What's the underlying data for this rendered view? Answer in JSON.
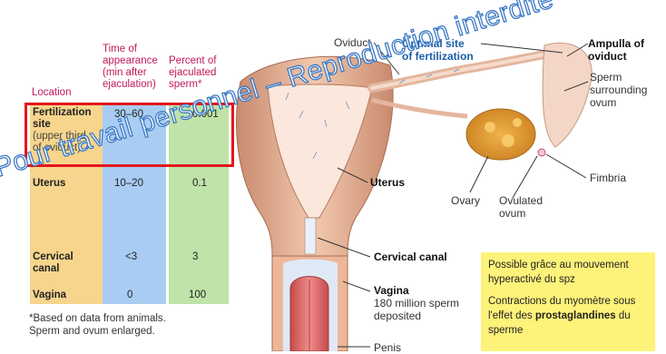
{
  "table": {
    "headers": {
      "location": "Location",
      "time": [
        "Time of",
        "appearance",
        "(min after",
        "ejaculation)"
      ],
      "percent": [
        "Percent of",
        "ejaculated",
        "sperm*"
      ]
    },
    "rows": [
      {
        "location_bold": "Fertilization",
        "location_bold2": "site",
        "location_sub": [
          "(upper third",
          "of oviduct)"
        ],
        "time": "30–60",
        "percent": "0.001"
      },
      {
        "location_bold": "Uterus",
        "time": "10–20",
        "percent": "0.1"
      },
      {
        "location_bold": "Cervical",
        "location_bold2": "canal",
        "time": "<3",
        "percent": "3"
      },
      {
        "location_bold": "Vagina",
        "time": "0",
        "percent": "100"
      }
    ],
    "footnote": [
      "*Based on data from animals.",
      "Sperm and ovum enlarged."
    ]
  },
  "labels": {
    "oviduct": "Oviduct",
    "optimal": [
      "Optimal site",
      "of fertilization"
    ],
    "ampulla": [
      "Ampulla of",
      "oviduct"
    ],
    "sperm_surrounding": [
      "Sperm",
      "surrounding",
      "ovum"
    ],
    "fimbria": "Fimbria",
    "uterus": "Uterus",
    "ovary": "Ovary",
    "ovulated": [
      "Ovulated",
      "ovum"
    ],
    "cervical": "Cervical canal",
    "vagina": "Vagina",
    "vagina_sub": [
      "180 million sperm",
      "deposited"
    ],
    "penis": "Penis"
  },
  "note_box": {
    "line1": "Possible grâce au mouvement",
    "line2": "hyperactivé du spz",
    "line3": "Contractions du myomètre sous",
    "line4_pre": "l'effet des ",
    "line4_bold": "prostaglandines",
    "line4_post": " du",
    "line5": "sperme"
  },
  "watermark": "Pour travail personnel – Reproduction interdite",
  "colors": {
    "location_col": "#f7d58c",
    "time_col": "#a9cdf2",
    "percent_col": "#bfe3a8",
    "highlight": "#e4161c",
    "header_text": "#c2185b",
    "note_bg": "#fdf27a"
  }
}
